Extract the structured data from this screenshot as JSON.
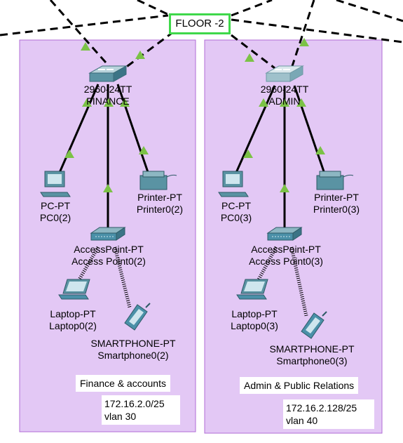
{
  "floor_label": "FLOOR -2",
  "colors": {
    "zone_fill": "#e3c8f5",
    "zone_border": "#b06cd6",
    "link_triangle": "#7bc246",
    "floor_border": "#3fd84a",
    "device_blue": "#4a90a8"
  },
  "zones": [
    {
      "switch": {
        "model": "2960-24TT",
        "name": "FINANCE"
      },
      "pc": {
        "type": "PC-PT",
        "name": "PC0(2)"
      },
      "printer": {
        "type": "Printer-PT",
        "name": "Printer0(2)"
      },
      "access_point": {
        "type": "AccessPoint-PT",
        "name": "Access Point0(2)"
      },
      "laptop": {
        "type": "Laptop-PT",
        "name": "Laptop0(2)"
      },
      "smartphone": {
        "type": "SMARTPHONE-PT",
        "name": "Smartphone0(2)"
      },
      "department": "Finance & accounts",
      "subnet": "172.16.2.0/25",
      "vlan": "vlan 30"
    },
    {
      "switch": {
        "model": "2960-24TT",
        "name": "ADMIN"
      },
      "pc": {
        "type": "PC-PT",
        "name": "PC0(3)"
      },
      "printer": {
        "type": "Printer-PT",
        "name": "Printer0(3)"
      },
      "access_point": {
        "type": "AccessPoint-PT",
        "name": "Access Point0(3)"
      },
      "laptop": {
        "type": "Laptop-PT",
        "name": "Laptop0(3)"
      },
      "smartphone": {
        "type": "SMARTPHONE-PT",
        "name": "Smartphone0(3)"
      },
      "department": "Admin & Public Relations",
      "subnet": "172.16.2.128/25",
      "vlan": "vlan 40"
    }
  ]
}
